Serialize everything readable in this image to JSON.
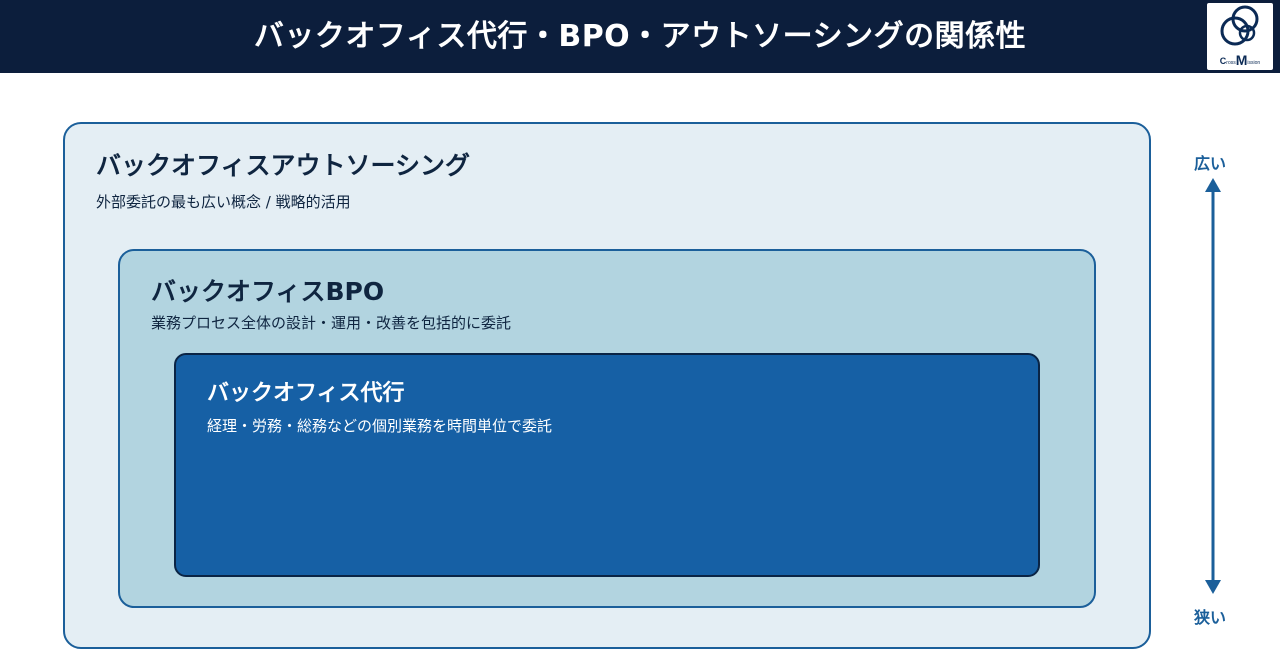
{
  "header": {
    "title": "バックオフィス代行・BPO・アウトソーシングの関係性",
    "logo": {
      "text_c": "C",
      "text_small1": "ross",
      "text_m": "M",
      "text_small2": "ission",
      "icon": "interlocking-circles-logo"
    }
  },
  "levels": [
    {
      "title": "バックオフィスアウトソーシング",
      "description": "外部委託の最も広い概念 / 戦略的活用"
    },
    {
      "title": "バックオフィスBPO",
      "description": "業務プロセス全体の設計・運用・改善を包括的に委託"
    },
    {
      "title": "バックオフィス代行",
      "description": "経理・労務・総務などの個別業務を時間単位で委託"
    }
  ],
  "scale": {
    "top_label": "広い",
    "bottom_label": "狭い",
    "arrow_icon": "double-headed-arrow"
  },
  "colors": {
    "header_bg": "#0c1e3c",
    "outer_bg": "#e4eef4",
    "middle_bg": "#b2d4e0",
    "inner_bg": "#1660a5",
    "border": "#1b5f9a",
    "accent": "#1b5f9a"
  }
}
